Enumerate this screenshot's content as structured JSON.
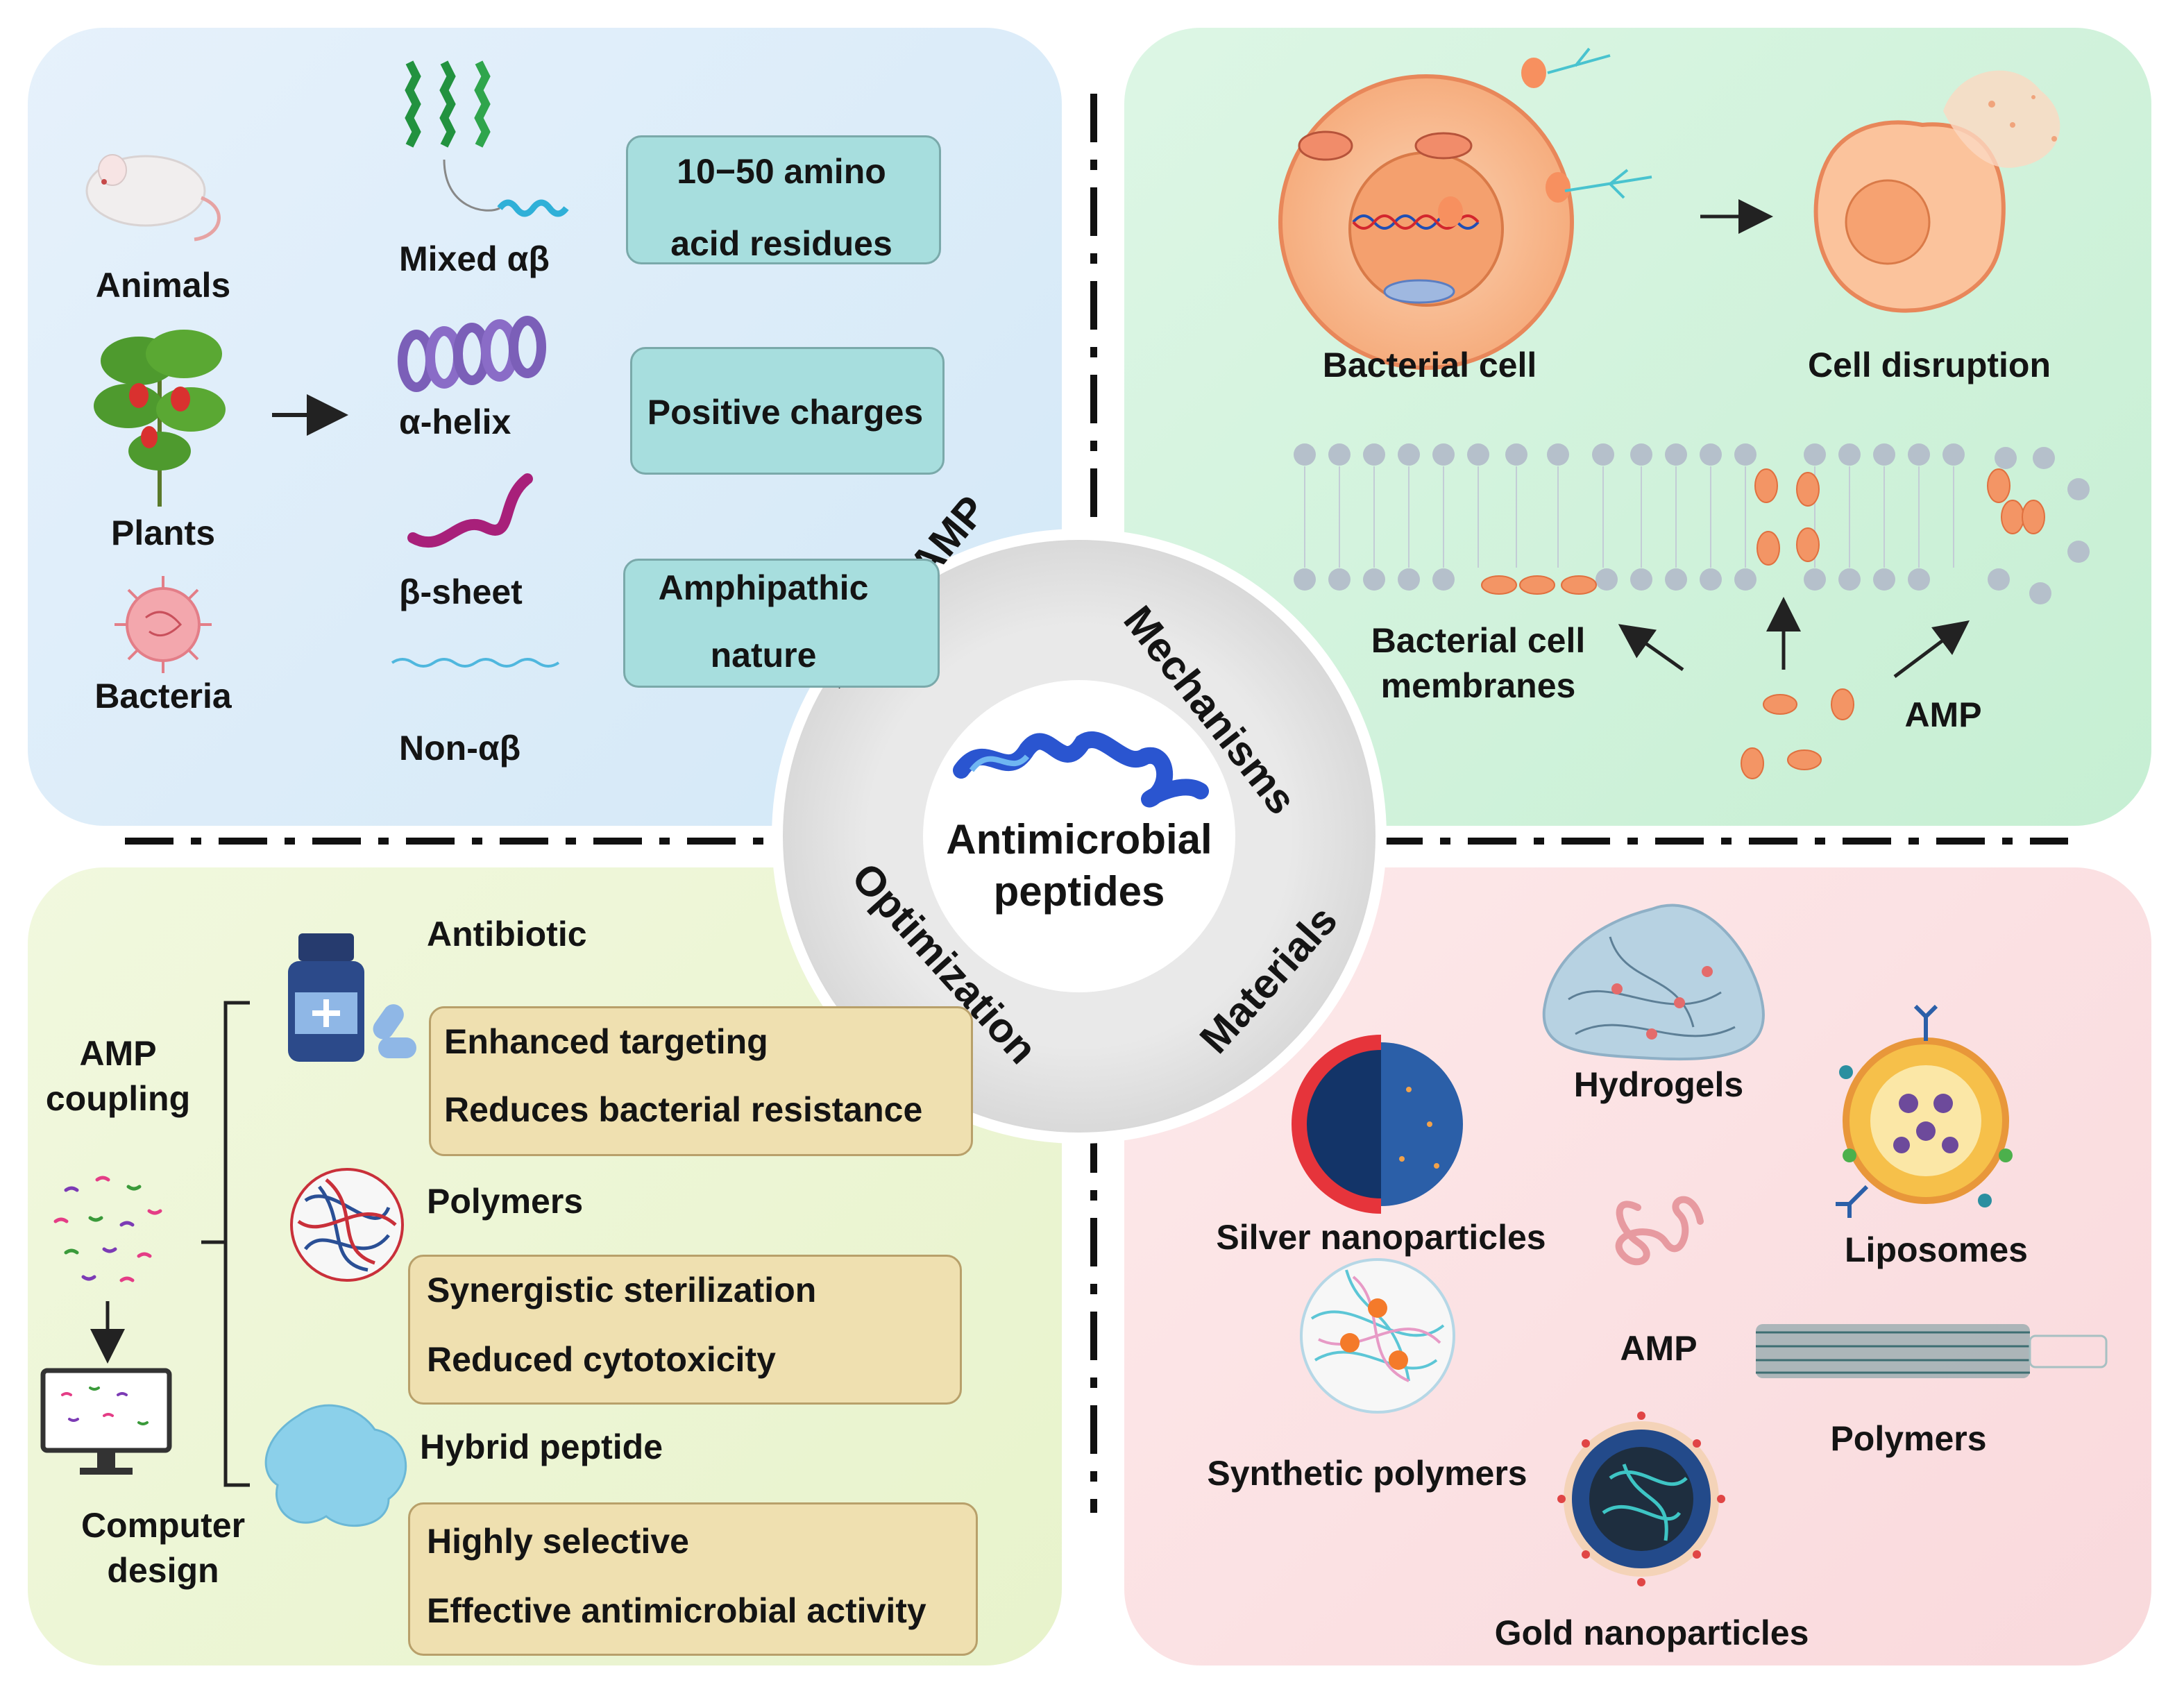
{
  "center": {
    "title_line1": "Antimicrobial",
    "title_line2": "peptides",
    "ring_labels": {
      "nature": "Nature AMP",
      "mechanisms": "Mechanisms",
      "optimization": "Optimization",
      "materials": "Materials"
    }
  },
  "nature_panel": {
    "sources": [
      "Animals",
      "Plants",
      "Bacteria"
    ],
    "structures": [
      "Mixed αβ",
      "α-helix",
      "β-sheet",
      "Non-αβ"
    ],
    "properties": {
      "residues_line1": "10−50 amino",
      "residues_line2": "acid residues",
      "charges": "Positive charges",
      "amphipathic_line1": "Amphipathic",
      "amphipathic_line2": "nature"
    }
  },
  "mechanisms_panel": {
    "bacterial_cell": "Bacterial cell",
    "cell_disruption": "Cell disruption",
    "membranes_line1": "Bacterial cell",
    "membranes_line2": "membranes",
    "amp": "AMP"
  },
  "optimization_panel": {
    "amp_coupling_line1": "AMP",
    "amp_coupling_line2": "coupling",
    "computer_design_line1": "Computer",
    "computer_design_line2": "design",
    "antibiotic": {
      "title": "Antibiotic",
      "line1": "Enhanced targeting",
      "line2": "Reduces bacterial resistance"
    },
    "polymers": {
      "title": "Polymers",
      "line1": "Synergistic sterilization",
      "line2": "Reduced cytotoxicity"
    },
    "hybrid": {
      "title": "Hybrid peptide",
      "line1": "Highly selective",
      "line2": "Effective antimicrobial activity"
    }
  },
  "materials_panel": {
    "hydrogels": "Hydrogels",
    "silver": "Silver nanoparticles",
    "liposomes": "Liposomes",
    "synthetic": "Synthetic polymers",
    "amp": "AMP",
    "polymers": "Polymers",
    "gold": "Gold nanoparticles"
  }
}
